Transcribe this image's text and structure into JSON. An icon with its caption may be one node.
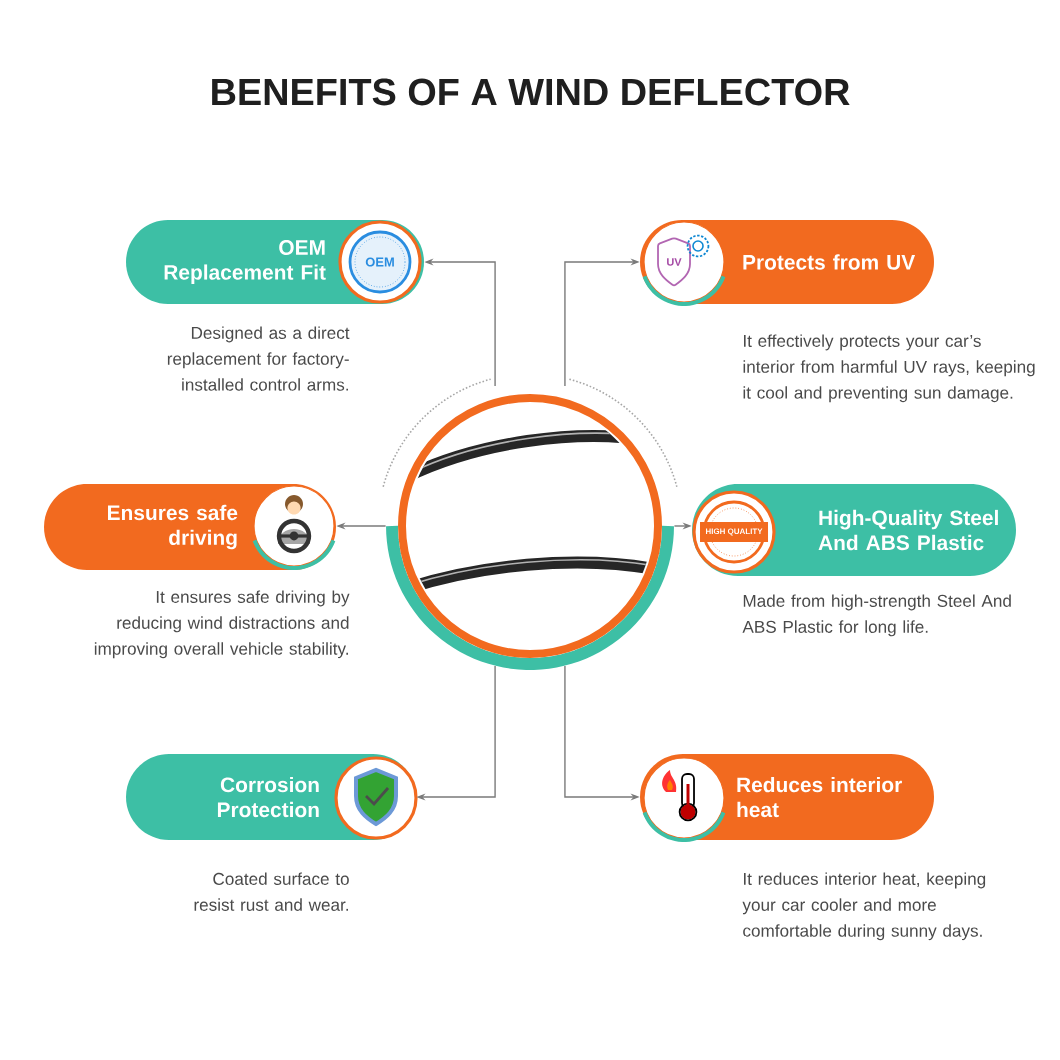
{
  "diagram": {
    "title": "BENEFITS OF A WIND DEFLECTOR",
    "nodes": [
      {
        "text": [
          "OEM Replacement Fit"
        ],
        "beside": [
          "Designed as a direct replacement for factory-installed control arms."
        ]
      },
      {
        "text": [
          "Protects from UV"
        ],
        "beside": [
          "It effectively protects your car’s interior from harmful UV rays, keeping it cool and preventing sun damage."
        ]
      },
      {
        "text": [
          "Ensures safe driving"
        ],
        "beside": [
          "It ensures safe driving by reducing wind distractions and improving overall vehicle stability."
        ]
      },
      {
        "text": [
          "High-Quality Steel And ABS Plastic"
        ],
        "beside": [
          "Made from high-strength Steel And ABS Plastic for long life."
        ]
      },
      {
        "text": [
          "Corrosion Protection"
        ],
        "beside": [
          "Coated surface to resist rust and wear."
        ]
      },
      {
        "text": [
          "Reduces interior heat"
        ],
        "beside": [
          "It reduces interior heat, keeping your car cooler and more comfortable during sunny days."
        ]
      },
      {
        "text": [],
        "shape": "picture"
      }
    ],
    "edges": [
      {
        "from": 6,
        "to": 0,
        "arrow": "to"
      },
      {
        "from": 6,
        "to": 1,
        "arrow": "to"
      },
      {
        "from": 6,
        "to": 2,
        "arrow": "to"
      },
      {
        "from": 6,
        "to": 3,
        "arrow": "to"
      },
      {
        "from": 6,
        "to": 4,
        "arrow": "to"
      },
      {
        "from": 6,
        "to": 5,
        "arrow": "to"
      }
    ],
    "labels": [
      "OEM",
      "UV",
      "HIGH QUALITY"
    ]
  }
}
